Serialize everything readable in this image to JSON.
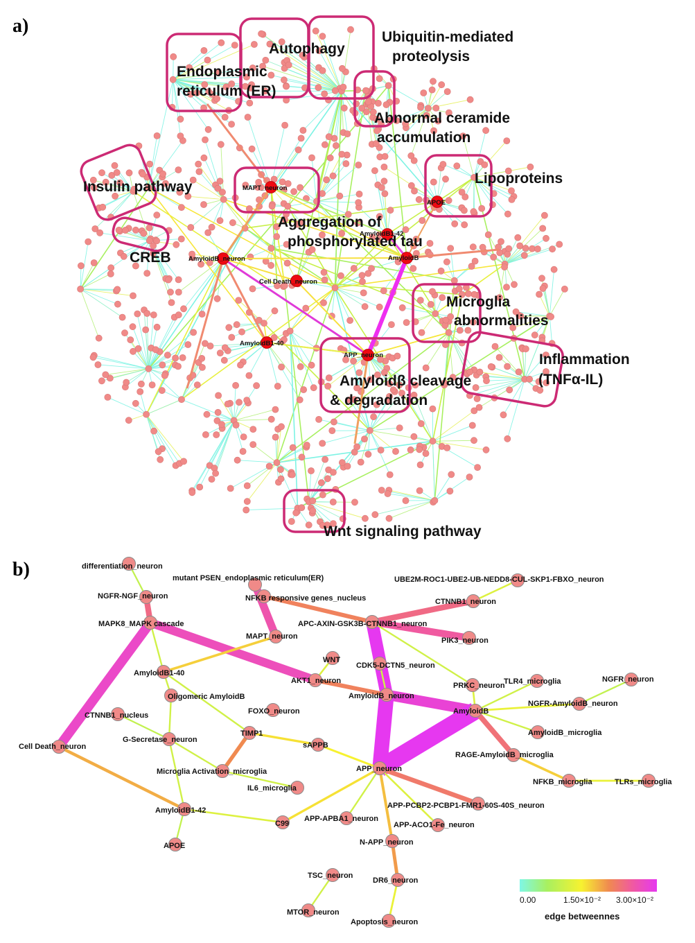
{
  "panel_a": {
    "label": "a)",
    "clusters": [
      {
        "id": "er",
        "label": [
          "Endoplasmic",
          "reticulum (ER)"
        ]
      },
      {
        "id": "autophagy",
        "label": [
          "Autophagy"
        ]
      },
      {
        "id": "ubiquitin",
        "label": [
          "Ubiquitin-mediated",
          "proteolysis"
        ]
      },
      {
        "id": "ceramide",
        "label": [
          "Abnormal ceramide",
          "accumulation"
        ]
      },
      {
        "id": "insulin",
        "label": [
          "Insulin pathway"
        ]
      },
      {
        "id": "creb",
        "label": [
          "CREB"
        ]
      },
      {
        "id": "lipoproteins",
        "label": [
          "Lipoproteins"
        ]
      },
      {
        "id": "tau",
        "label": [
          "Aggregation of",
          "phosphorylated tau"
        ]
      },
      {
        "id": "microglia",
        "label": [
          "Microglia",
          "abnormalities"
        ]
      },
      {
        "id": "inflammation",
        "label": [
          "Inflammation",
          "(TNFα-IL)"
        ]
      },
      {
        "id": "amyloid",
        "label": [
          "Amyloidβ cleavage",
          "& degradation"
        ]
      },
      {
        "id": "wnt",
        "label": [
          "Wnt signaling pathway"
        ]
      }
    ],
    "hubs": [
      {
        "id": "mapt",
        "label": "MAPT_neuron"
      },
      {
        "id": "apoe",
        "label": "APOE"
      },
      {
        "id": "ab142",
        "label": "AmyloidB1-42"
      },
      {
        "id": "abn",
        "label": "AmyloidB_neuron"
      },
      {
        "id": "ab",
        "label": "AmyloidB"
      },
      {
        "id": "cd",
        "label": "Cell Death_neuron"
      },
      {
        "id": "ab140",
        "label": "AmyloidB1-40"
      },
      {
        "id": "app",
        "label": "APP_neuron"
      }
    ]
  },
  "panel_b": {
    "label": "b)",
    "nodes": [
      {
        "id": "diff",
        "label": "differentiation_neuron"
      },
      {
        "id": "mpsen",
        "label": "mutant PSEN_endoplasmic reticulum(ER)"
      },
      {
        "id": "ube2m",
        "label": "UBE2M-ROC1-UBE2-UB-NEDD8-CUL-SKP1-FBXO_neuron"
      },
      {
        "id": "ngfrngf",
        "label": "NGFR-NGF_neuron"
      },
      {
        "id": "nfkbresp",
        "label": "NFKB responsive genes_nucleus"
      },
      {
        "id": "ctnnb1n",
        "label": "CTNNB1_neuron"
      },
      {
        "id": "mapk8",
        "label": "MAPK8_MAPK cascade"
      },
      {
        "id": "apcaxin",
        "label": "APC-AXIN-GSK3B-CTNNB1_neuron"
      },
      {
        "id": "maptn",
        "label": "MAPT_neuron"
      },
      {
        "id": "pik3",
        "label": "PIK3_neuron"
      },
      {
        "id": "wnt",
        "label": "WNT"
      },
      {
        "id": "cdk5",
        "label": "CDK5-DCTN5_neuron"
      },
      {
        "id": "ab140",
        "label": "AmyloidB1-40"
      },
      {
        "id": "akt1",
        "label": "AKT1_neuron"
      },
      {
        "id": "prkc",
        "label": "PRKC_neuron"
      },
      {
        "id": "tlr4",
        "label": "TLR4_microglia"
      },
      {
        "id": "ngfrn",
        "label": "NGFR_neuron"
      },
      {
        "id": "oligo",
        "label": "Oligomeric AmyloidB"
      },
      {
        "id": "abneuron",
        "label": "AmyloidB_neuron"
      },
      {
        "id": "ctnnb1nuc",
        "label": "CTNNB1_nucleus"
      },
      {
        "id": "foxo",
        "label": "FOXO_neuron"
      },
      {
        "id": "ab",
        "label": "AmyloidB"
      },
      {
        "id": "ngfrab",
        "label": "NGFR-AmyloidB_neuron"
      },
      {
        "id": "timp1",
        "label": "TIMP1"
      },
      {
        "id": "gsec",
        "label": "G-Secretase_neuron"
      },
      {
        "id": "abmicro",
        "label": "AmyloidB_microglia"
      },
      {
        "id": "sappb",
        "label": "sAPPB"
      },
      {
        "id": "celldeath",
        "label": "Cell Death_neuron"
      },
      {
        "id": "rage",
        "label": "RAGE-AmyloidB_microglia"
      },
      {
        "id": "appn",
        "label": "APP_neuron"
      },
      {
        "id": "mglia",
        "label": "Microglia Activation_microglia"
      },
      {
        "id": "nfkbm",
        "label": "NFKB_microglia"
      },
      {
        "id": "tlrs",
        "label": "TLRs_microglia"
      },
      {
        "id": "il6",
        "label": "IL6_microglia"
      },
      {
        "id": "apppcbp",
        "label": "APP-PCBP2-PCBP1-FMR1-60S-40S_neuron"
      },
      {
        "id": "ab142",
        "label": "AmyloidB1-42"
      },
      {
        "id": "c99",
        "label": "C99"
      },
      {
        "id": "appapba1",
        "label": "APP-APBA1_neuron"
      },
      {
        "id": "appaco1",
        "label": "APP-ACO1-Fe_neuron"
      },
      {
        "id": "apoe",
        "label": "APOE"
      },
      {
        "id": "napp",
        "label": "N-APP_neuron"
      },
      {
        "id": "tsc",
        "label": "TSC_neuron"
      },
      {
        "id": "dr6",
        "label": "DR6_neuron"
      },
      {
        "id": "mtor",
        "label": "MTOR_neuron"
      },
      {
        "id": "apop",
        "label": "Apoptosis_neuron"
      }
    ],
    "edges": [
      {
        "from": "diff",
        "to": "ngfrngf",
        "betweenness": 0.008
      },
      {
        "from": "ngfrngf",
        "to": "mapk8",
        "betweenness": 0.022
      },
      {
        "from": "mapk8",
        "to": "celldeath",
        "betweenness": 0.027
      },
      {
        "from": "mapk8",
        "to": "akt1",
        "betweenness": 0.026
      },
      {
        "from": "mapk8",
        "to": "ab140",
        "betweenness": 0.009
      },
      {
        "from": "mpsen",
        "to": "maptn",
        "betweenness": 0.025
      },
      {
        "from": "maptn",
        "to": "ab140",
        "betweenness": 0.014
      },
      {
        "from": "ube2m",
        "to": "ctnnb1n",
        "betweenness": 0.01
      },
      {
        "from": "ctnnb1n",
        "to": "apcaxin",
        "betweenness": 0.022
      },
      {
        "from": "nfkbresp",
        "to": "apcaxin",
        "betweenness": 0.019
      },
      {
        "from": "apcaxin",
        "to": "pik3",
        "betweenness": 0.024
      },
      {
        "from": "apcaxin",
        "to": "abneuron",
        "betweenness": 0.03
      },
      {
        "from": "apcaxin",
        "to": "prkc",
        "betweenness": 0.009
      },
      {
        "from": "wnt",
        "to": "akt1",
        "betweenness": 0.01
      },
      {
        "from": "akt1",
        "to": "abneuron",
        "betweenness": 0.019
      },
      {
        "from": "cdk5",
        "to": "abneuron",
        "betweenness": 0.009
      },
      {
        "from": "prkc",
        "to": "ab",
        "betweenness": 0.01
      },
      {
        "from": "abneuron",
        "to": "ab",
        "betweenness": 0.028
      },
      {
        "from": "abneuron",
        "to": "appn",
        "betweenness": 0.032
      },
      {
        "from": "ab",
        "to": "appn",
        "betweenness": 0.034
      },
      {
        "from": "tlr4",
        "to": "ab",
        "betweenness": 0.009
      },
      {
        "from": "ab",
        "to": "ngfrab",
        "betweenness": 0.011
      },
      {
        "from": "ngfrab",
        "to": "ngfrn",
        "betweenness": 0.008
      },
      {
        "from": "ab",
        "to": "abmicro",
        "betweenness": 0.009
      },
      {
        "from": "ab",
        "to": "rage",
        "betweenness": 0.021
      },
      {
        "from": "rage",
        "to": "nfkbm",
        "betweenness": 0.014
      },
      {
        "from": "nfkbm",
        "to": "tlrs",
        "betweenness": 0.011
      },
      {
        "from": "ab140",
        "to": "oligo",
        "betweenness": 0.009
      },
      {
        "from": "oligo",
        "to": "gsec",
        "betweenness": 0.009
      },
      {
        "from": "ctnnb1nuc",
        "to": "gsec",
        "betweenness": 0.008
      },
      {
        "from": "gsec",
        "to": "mglia",
        "betweenness": 0.009
      },
      {
        "from": "gsec",
        "to": "ab142",
        "betweenness": 0.009
      },
      {
        "from": "ab140",
        "to": "timp1",
        "betweenness": 0.009
      },
      {
        "from": "timp1",
        "to": "mglia",
        "betweenness": 0.018
      },
      {
        "from": "timp1",
        "to": "sappb",
        "betweenness": 0.013
      },
      {
        "from": "sappb",
        "to": "appn",
        "betweenness": 0.012
      },
      {
        "from": "mglia",
        "to": "il6",
        "betweenness": 0.009
      },
      {
        "from": "celldeath",
        "to": "ab142",
        "betweenness": 0.016
      },
      {
        "from": "ab142",
        "to": "c99",
        "betweenness": 0.01
      },
      {
        "from": "ab142",
        "to": "apoe",
        "betweenness": 0.008
      },
      {
        "from": "c99",
        "to": "appn",
        "betweenness": 0.013
      },
      {
        "from": "appn",
        "to": "appapba1",
        "betweenness": 0.009
      },
      {
        "from": "appn",
        "to": "apppcbp",
        "betweenness": 0.02
      },
      {
        "from": "appn",
        "to": "appaco1",
        "betweenness": 0.01
      },
      {
        "from": "appn",
        "to": "napp",
        "betweenness": 0.015
      },
      {
        "from": "napp",
        "to": "dr6",
        "betweenness": 0.017
      },
      {
        "from": "dr6",
        "to": "apop",
        "betweenness": 0.011
      },
      {
        "from": "tsc",
        "to": "mtor",
        "betweenness": 0.009
      }
    ],
    "legend": {
      "title": "edge betweennes",
      "tick_labels": [
        "0.00",
        "1.50×10⁻²",
        "3.00×10⁻²"
      ],
      "min": 0,
      "max": 0.03,
      "colors": [
        "#7ff7e6",
        "#a8f060",
        "#f7f230",
        "#f08a50",
        "#f05aa0",
        "#e638f0"
      ]
    }
  }
}
